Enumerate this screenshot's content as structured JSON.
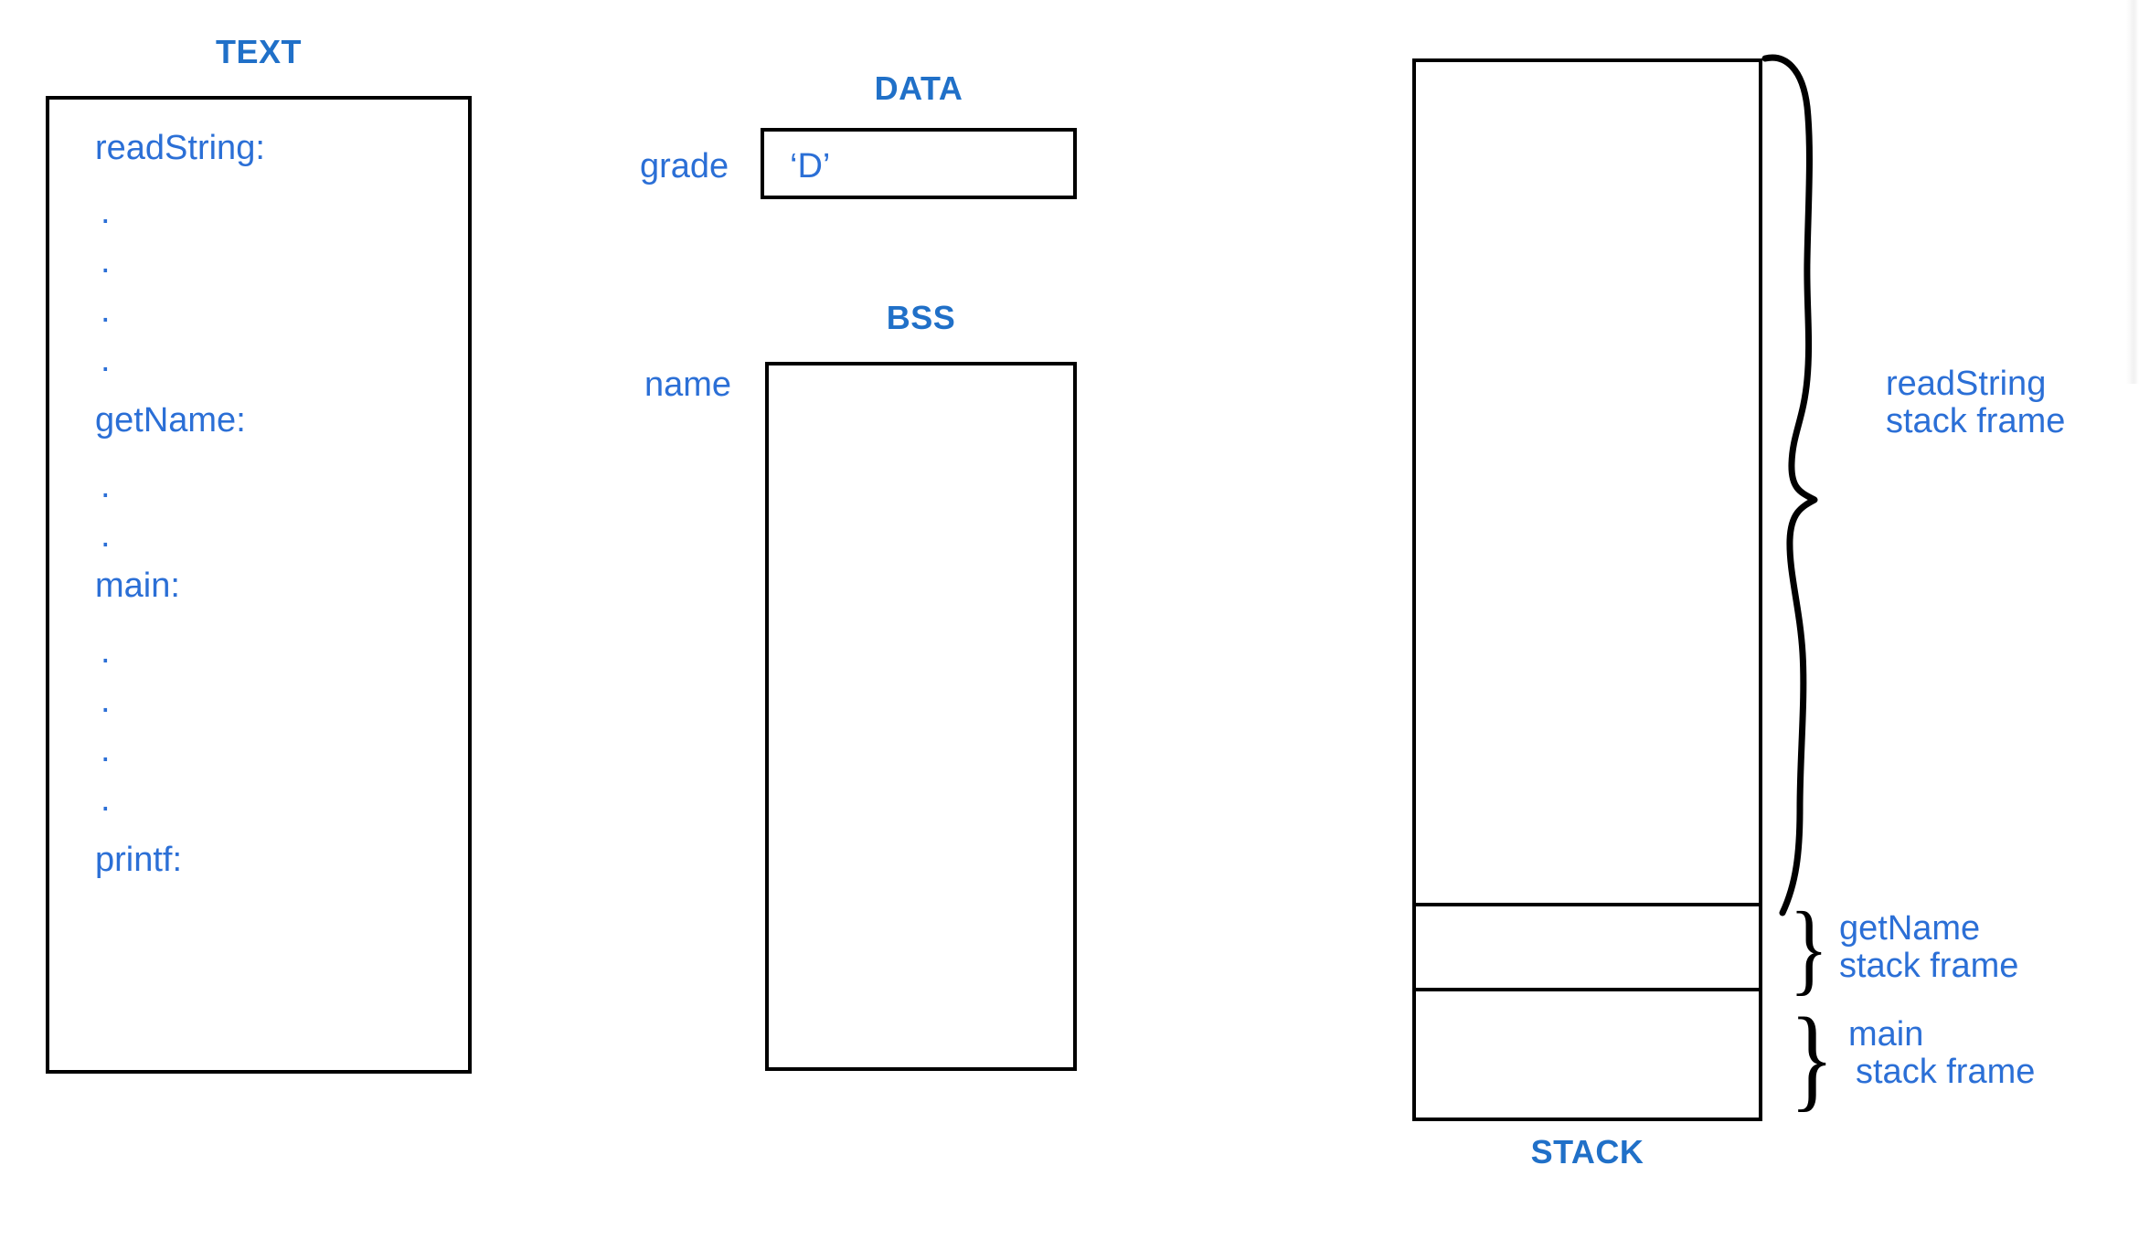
{
  "colors": {
    "heading_blue": "#2070c8",
    "text_blue": "#2b6fd6",
    "outline_black": "#000000",
    "background": "#ffffff"
  },
  "sections": {
    "text": {
      "title": "TEXT",
      "lines": [
        "readString:",
        ".",
        ".",
        ".",
        ".",
        "getName:",
        ".",
        ".",
        "main:",
        ".",
        ".",
        ".",
        ".",
        "printf:"
      ]
    },
    "data": {
      "title": "DATA",
      "variable_label": "grade",
      "value": "‘D’"
    },
    "bss": {
      "title": "BSS",
      "variable_label": "name",
      "value": ""
    },
    "stack": {
      "title": "STACK",
      "frames": [
        {
          "name": "readString",
          "caption": "readString\nstack frame",
          "line1": "readString",
          "line2": "stack frame"
        },
        {
          "name": "getName",
          "caption": "getName\nstack frame",
          "line1": "getName",
          "line2": "stack frame"
        },
        {
          "name": "main",
          "caption": "main\nstack frame",
          "line1": "main",
          "line2": "stack frame"
        }
      ],
      "brace_glyph": "}"
    }
  }
}
